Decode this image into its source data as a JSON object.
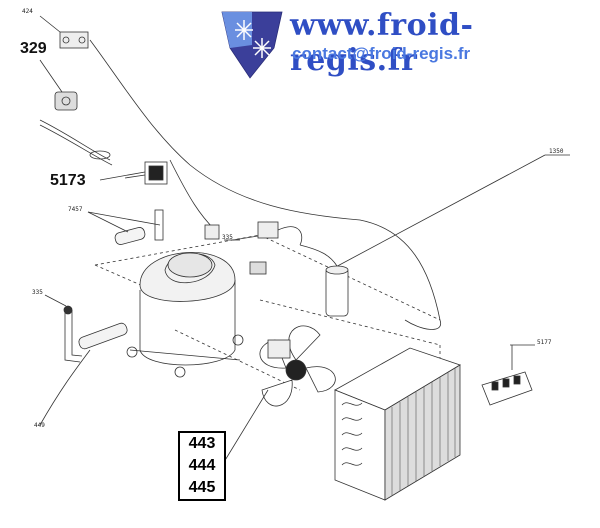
{
  "header": {
    "website": "www.froid-regis.fr",
    "contact": "contact@froid-regis.fr"
  },
  "labels": {
    "l424": "424",
    "l329": "329",
    "l5173": "5173",
    "l7457": "7457",
    "l335a": "335",
    "l335b": "335",
    "l449": "449",
    "l1350": "1350",
    "l5177": "5177",
    "box": [
      "443",
      "444",
      "445"
    ]
  },
  "colors": {
    "website": "#2f4ec4",
    "contact": "#4a78e0",
    "logo": "#3b3f9a"
  }
}
